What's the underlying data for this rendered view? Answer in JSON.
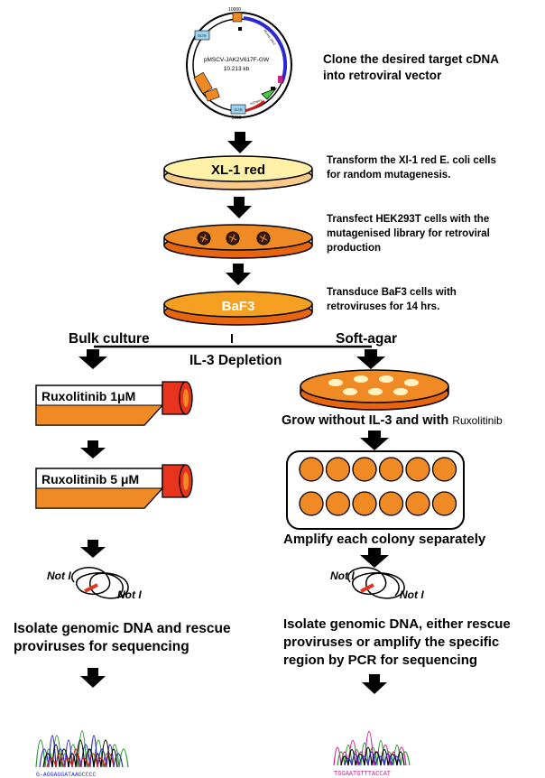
{
  "plasmid": {
    "name": "pMSCV-JAK2V617F-GW",
    "size": "10.213 kb",
    "top_number": "10000",
    "bottom_number": "5000",
    "features": [
      "5'LTR",
      "3'LTR",
      "Murine JAK2",
      "mCherry"
    ]
  },
  "steps": {
    "clone": [
      "Clone the desired target cDNA",
      "into retroviral vector"
    ],
    "transform": [
      "Transform the Xl-1 red E. coli cells",
      "for random mutagenesis."
    ],
    "transfect": [
      "Transfect HEK293T cells with the",
      "mutagenised library for retroviral",
      "production"
    ],
    "transduce": [
      "Transduce BaF3 cells with",
      " retroviruses for 14 hrs."
    ]
  },
  "dishes": {
    "xl1": "XL-1 red",
    "baf3": "BaF3"
  },
  "branch": {
    "left": "Bulk culture",
    "right": "Soft-agar",
    "center": "IL-3 Depletion"
  },
  "flasks": {
    "flask1": "Ruxolitinib 1μM",
    "flask2": "Ruxolitinib 5 μM"
  },
  "right_steps": {
    "grow_prefix": "Grow without IL-3 and with ",
    "grow_drug": "Ruxolitinib",
    "amplify": "Amplify each colony separately"
  },
  "restriction": {
    "left_top": "Not I",
    "left_bottom": "Not I",
    "right_top": "Not I",
    "right_bottom": "Not I"
  },
  "isolate": {
    "left": [
      "Isolate genomic DNA and rescue",
      "proviruses for sequencing"
    ],
    "right": [
      "Isolate genomic DNA, either rescue",
      "proviruses or amplify the specific",
      "region by PCR for sequencing"
    ]
  },
  "sequences": {
    "left": "G-AGGAGGATAAGCCCC",
    "right": "TGGAATGTTTACCAT"
  },
  "colors": {
    "orange": "#f08a24",
    "light_orange": "#f9c98a",
    "deep_orange": "#e8650f",
    "red": "#e8341c",
    "blue": "#2a2ad0",
    "yellow": "#fff2a8"
  }
}
